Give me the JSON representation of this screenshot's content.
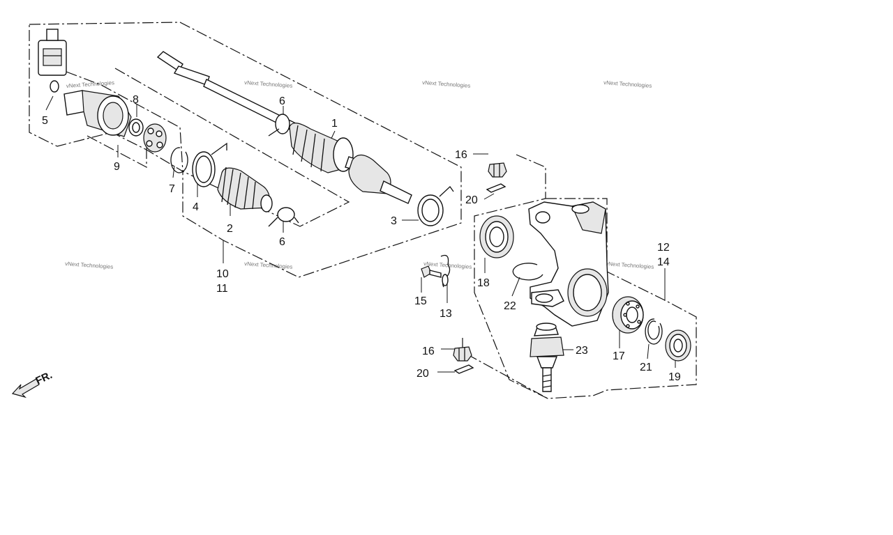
{
  "callouts": [
    {
      "id": "c1",
      "text": "1"
    },
    {
      "id": "c2",
      "text": "2"
    },
    {
      "id": "c3",
      "text": "3"
    },
    {
      "id": "c4",
      "text": "4"
    },
    {
      "id": "c5",
      "text": "5"
    },
    {
      "id": "c6a",
      "text": "6"
    },
    {
      "id": "c6b",
      "text": "6"
    },
    {
      "id": "c7",
      "text": "7"
    },
    {
      "id": "c8",
      "text": "8"
    },
    {
      "id": "c9",
      "text": "9"
    },
    {
      "id": "c10",
      "text": "10"
    },
    {
      "id": "c11",
      "text": "11"
    },
    {
      "id": "c12",
      "text": "12"
    },
    {
      "id": "c13",
      "text": "13"
    },
    {
      "id": "c14",
      "text": "14"
    },
    {
      "id": "c15",
      "text": "15"
    },
    {
      "id": "c16a",
      "text": "16"
    },
    {
      "id": "c16b",
      "text": "16"
    },
    {
      "id": "c17",
      "text": "17"
    },
    {
      "id": "c18",
      "text": "18"
    },
    {
      "id": "c19",
      "text": "19"
    },
    {
      "id": "c20a",
      "text": "20"
    },
    {
      "id": "c20b",
      "text": "20"
    },
    {
      "id": "c21",
      "text": "21"
    },
    {
      "id": "c22",
      "text": "22"
    },
    {
      "id": "c23",
      "text": "23"
    }
  ],
  "watermark": "vNext Technologies",
  "direction_label": "FR."
}
